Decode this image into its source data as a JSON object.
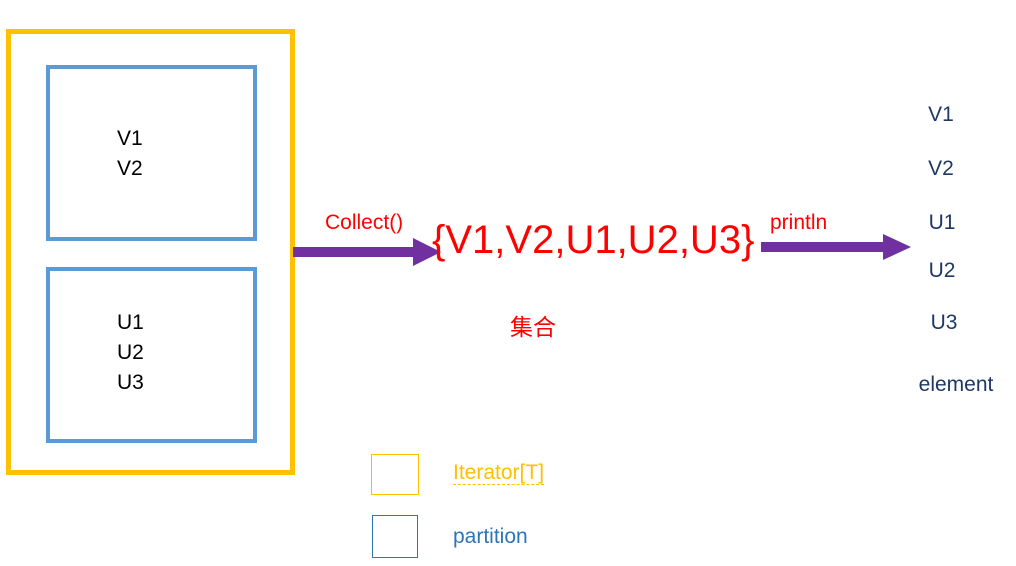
{
  "iterator_box": {
    "partitions": [
      {
        "items": [
          "V1",
          "V2"
        ]
      },
      {
        "items": [
          "U1",
          "U2",
          "U3"
        ]
      }
    ]
  },
  "collect_arrow": {
    "label": "Collect()"
  },
  "collection": {
    "text": "{V1,V2,U1,U2,U3}",
    "caption": "集合"
  },
  "println_arrow": {
    "label": "println"
  },
  "output": {
    "items": [
      "V1",
      "V2",
      "U1",
      "U2",
      "U3"
    ],
    "caption": "element"
  },
  "legend": {
    "iterator": {
      "label": "Iterator[T]",
      "color": "#FFC000"
    },
    "partition": {
      "label": "partition",
      "color": "#2E75B6"
    }
  },
  "colors": {
    "arrow": "#7030A0",
    "set_text": "#FF0000",
    "output_text": "#1F3864"
  }
}
